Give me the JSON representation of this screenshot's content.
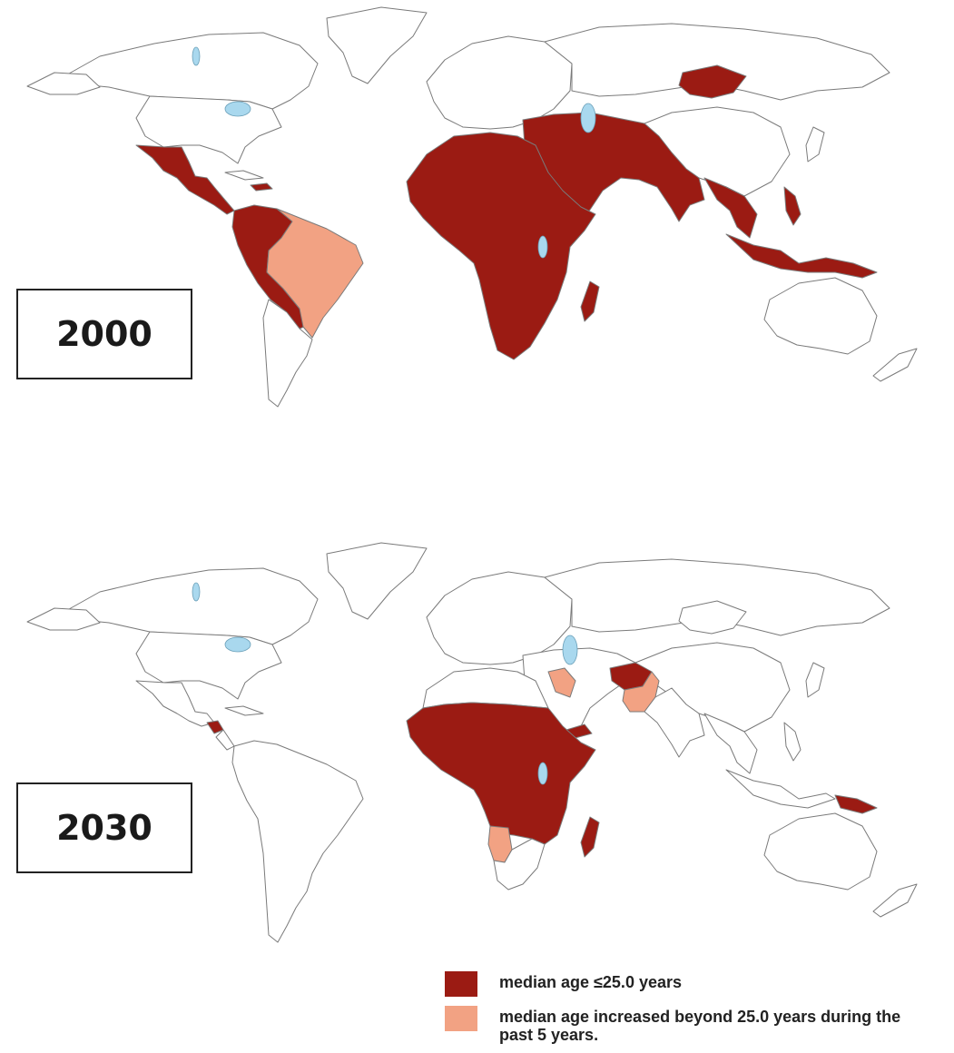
{
  "colors": {
    "dark_red": "#9b1b13",
    "light_salmon": "#f2a283",
    "water": "#a9d8ee",
    "land": "#ffffff",
    "border": "#7a7a7a"
  },
  "maps": [
    {
      "year": "2000"
    },
    {
      "year": "2030"
    }
  ],
  "legend": [
    {
      "key": "dark_red",
      "label": "median age ≤25.0 years"
    },
    {
      "key": "light_salmon",
      "label": "median age increased beyond 25.0 years during the past 5 years."
    }
  ]
}
